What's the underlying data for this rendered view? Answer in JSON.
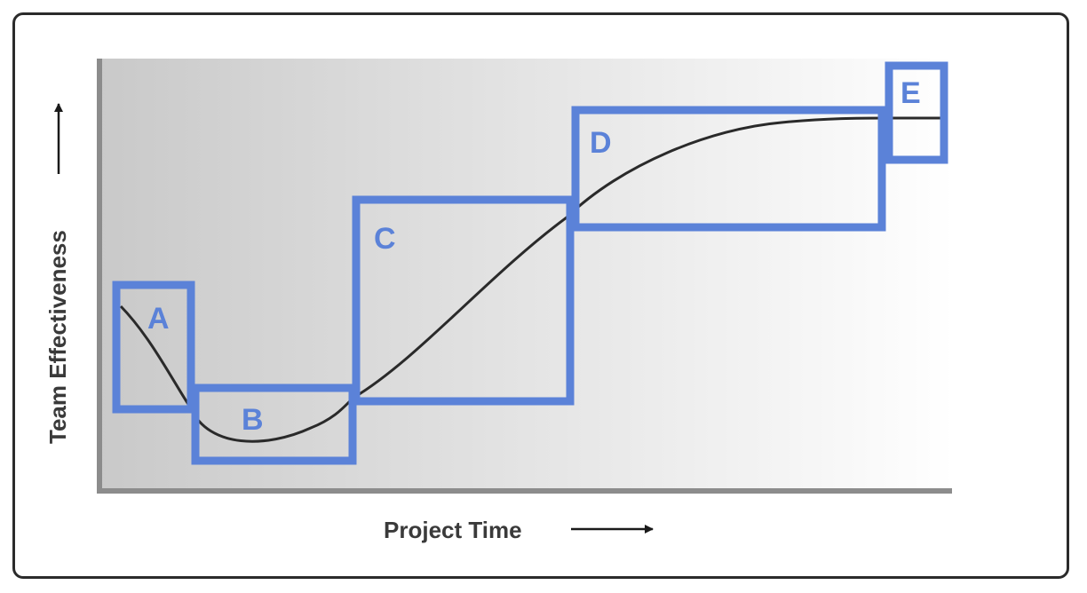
{
  "axes": {
    "y_label": "Team Effectiveness",
    "x_label": "Project Time"
  },
  "stages": [
    {
      "label": "A"
    },
    {
      "label": "B"
    },
    {
      "label": "C"
    },
    {
      "label": "D"
    },
    {
      "label": "E"
    }
  ],
  "colors": {
    "stage_box": "#5b82d8",
    "curve": "#2a2a2a",
    "axis": "#8c8c8c",
    "background_gradient_start": "#c9c9c9",
    "background_gradient_end": "#ffffff",
    "frame_border": "#2b2b2b",
    "text": "#3a3a3a"
  }
}
